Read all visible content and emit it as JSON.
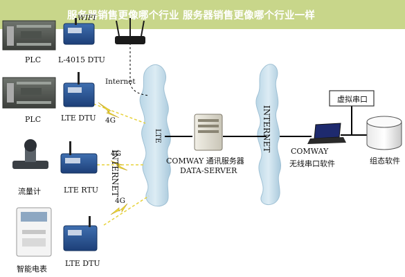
{
  "banner": {
    "title": "服务器销售更像哪个行业 服务器销售更像哪个行业一样"
  },
  "diagram": {
    "wifi_label": "WIFI",
    "internet_label": "Internet",
    "cloud_left_label": "INTERNET",
    "cloud_right_label": "INTERNET",
    "lte_label": "LTE",
    "link_4g": "4G",
    "devices": {
      "plc_top": "PLC",
      "dtu_4015": "L-4015 DTU",
      "plc_mid": "PLC",
      "lte_dtu_top": "LTE DTU",
      "flowmeter": "流量计",
      "lte_rtu": "LTE RTU",
      "meter": "智能电表",
      "lte_dtu_bottom": "LTE DTU"
    },
    "server": {
      "line1": "COMWAY 通讯服务器",
      "line2": "DATA-SERVER"
    },
    "laptop": {
      "line1": "COMWAY",
      "line2": "无线串口软件"
    },
    "virtual_port": "虚拟串口",
    "scada": "组态软件"
  }
}
